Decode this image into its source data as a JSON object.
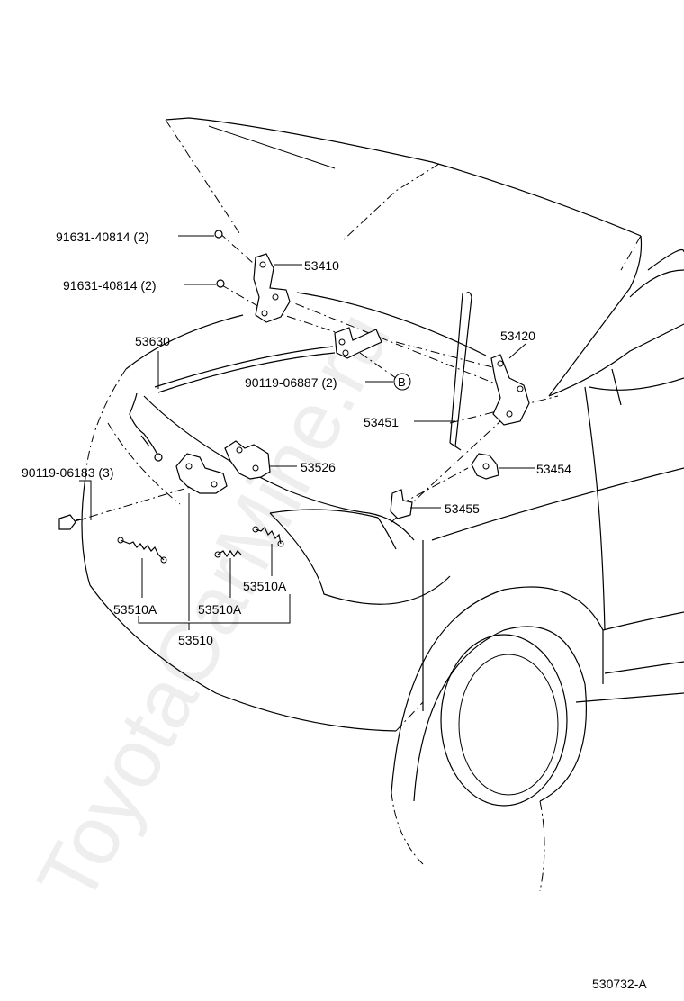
{
  "watermark": "ToyotaCarMine.ru",
  "diagram_id": "530732-A",
  "labels": {
    "bolt_upper": "91631-40814 (2)",
    "bolt_lower": "91631-40814 (2)",
    "hinge_left": "53410",
    "cable": "53630",
    "screw_b": "90119-06887 (2)",
    "ref_b": "B",
    "hinge_right": "53420",
    "support_rod": "53451",
    "bolt_lock": "90119-06183 (3)",
    "release_lever": "53526",
    "rod_holder": "53454",
    "rod_clip": "53455",
    "spring_a1": "53510A",
    "spring_a2": "53510A",
    "spring_a3": "53510A",
    "lock_assy": "53510"
  }
}
